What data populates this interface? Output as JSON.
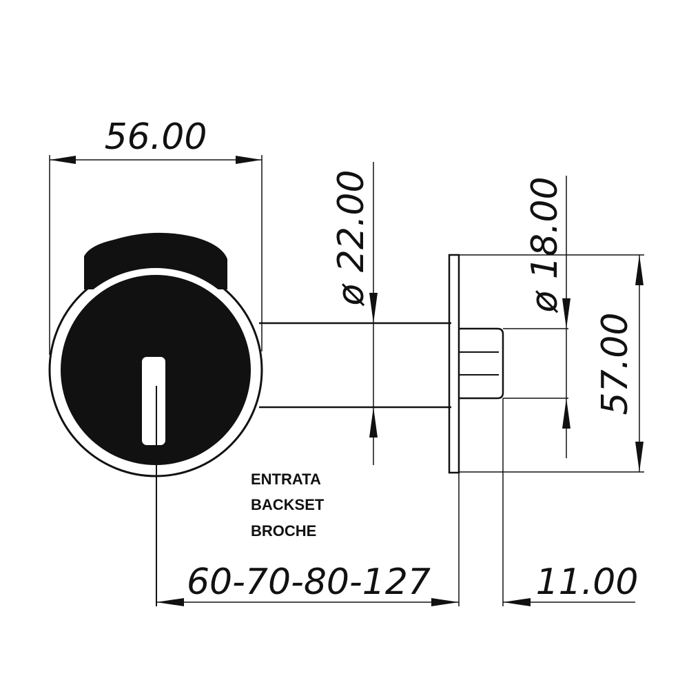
{
  "dimensions": {
    "knob_width": "56.00",
    "neck_diameter": "ø 22.00",
    "spindle_diameter": "ø 18.00",
    "rose_height": "57.00",
    "backset": "60-70-80-127",
    "rose_offset": "11.00"
  },
  "labels": {
    "line1": "ENTRATA",
    "line2": "BACKSET",
    "line3": "BROCHE"
  },
  "colors": {
    "ink": "#111111",
    "paper": "#ffffff"
  }
}
